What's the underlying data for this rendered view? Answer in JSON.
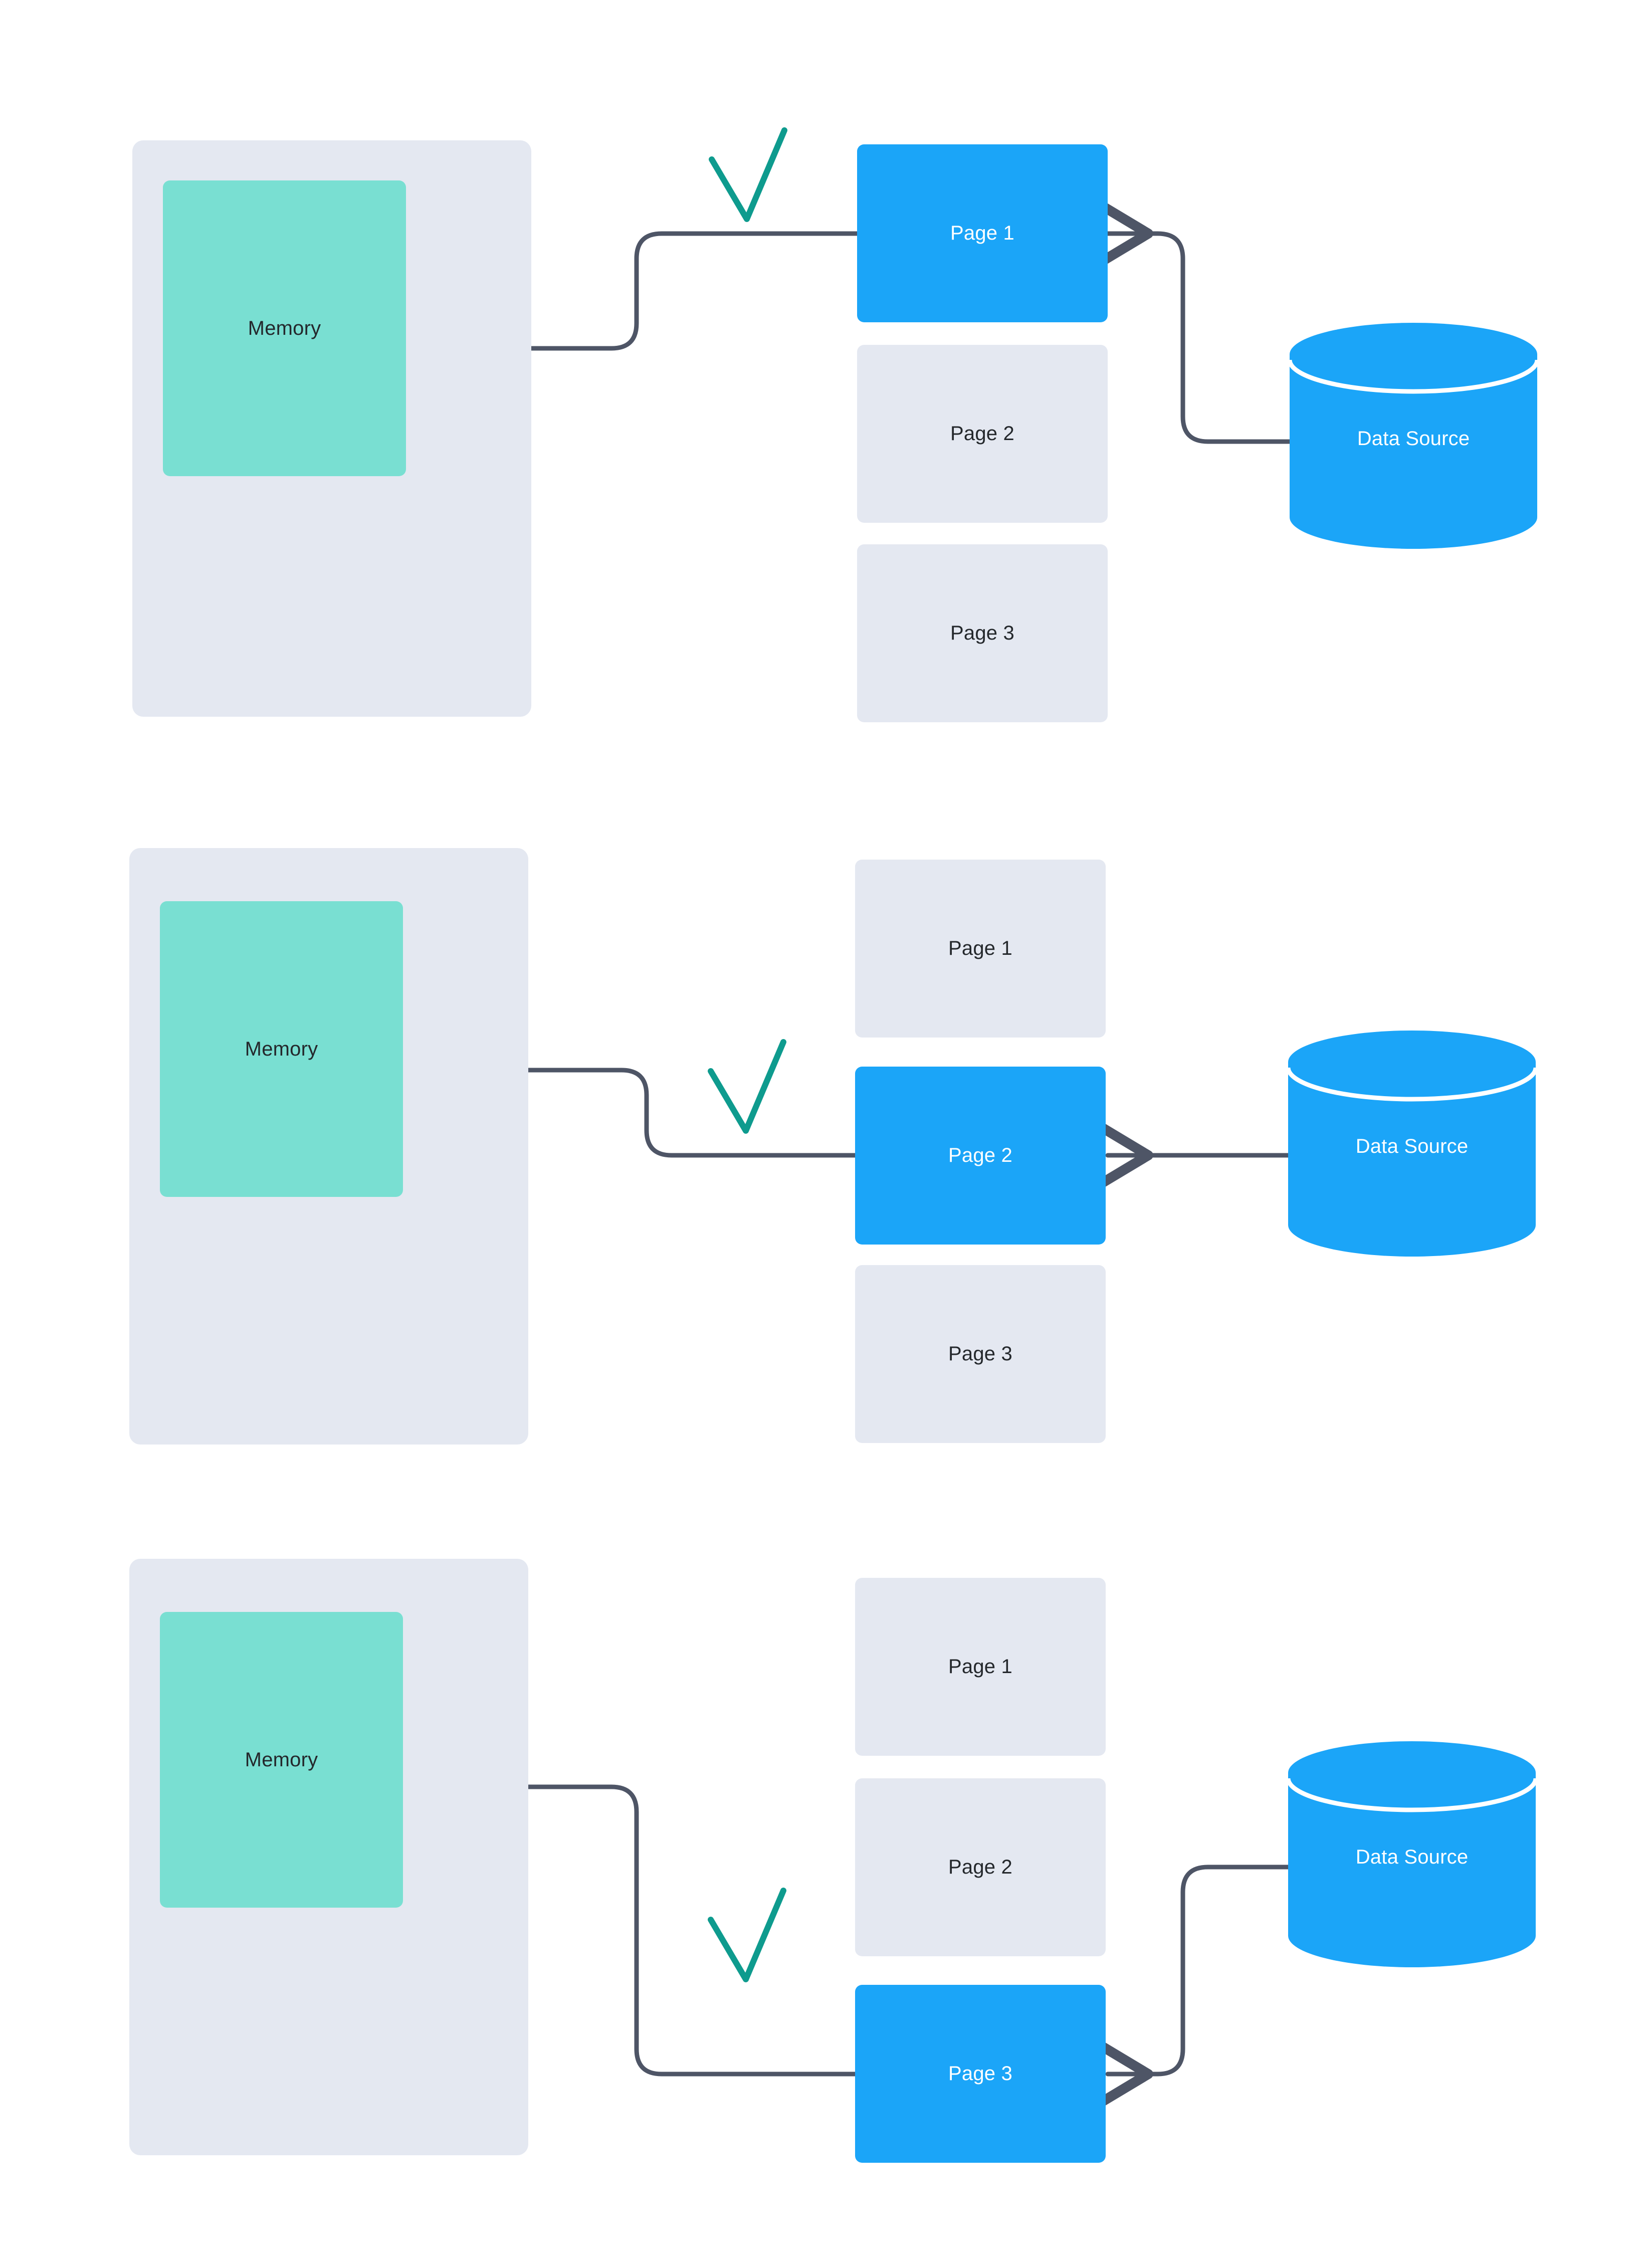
{
  "diagram": {
    "title": "Pagination / lazy-loading memory diagram",
    "colors": {
      "panel_bg": "#e4e8f1",
      "memory_fill": "#79dfd2",
      "page_idle": "#e4e8f1",
      "page_active": "#1ba5f8",
      "datasource_fill": "#1ba5f8",
      "arrow_stroke": "#4e5566",
      "check_stroke": "#0e9b8e",
      "text_dark": "#24282c",
      "text_light": "#ffffff",
      "logo_teal": "#0dbfae",
      "logo_navy": "#333a45",
      "logo_yellow": "#ffc517"
    },
    "labels": {
      "memory": "Memory",
      "data_source": "Data Source",
      "page_1": "Page 1",
      "page_2": "Page 2",
      "page_3": "Page 3"
    },
    "panels": [
      {
        "id": "step-1",
        "memory_label": "Memory",
        "data_source_label": "Data Source",
        "active_page": "Page 1",
        "pages": [
          {
            "label": "Page 1",
            "state": "active"
          },
          {
            "label": "Page 2",
            "state": "idle"
          },
          {
            "label": "Page 3",
            "state": "idle"
          }
        ],
        "check_mark": "loaded-check"
      },
      {
        "id": "step-2",
        "memory_label": "Memory",
        "data_source_label": "Data Source",
        "active_page": "Page 2",
        "pages": [
          {
            "label": "Page 1",
            "state": "idle"
          },
          {
            "label": "Page 2",
            "state": "active"
          },
          {
            "label": "Page 3",
            "state": "idle"
          }
        ],
        "check_mark": "loaded-check"
      },
      {
        "id": "step-3",
        "memory_label": "Memory",
        "data_source_label": "Data Source",
        "active_page": "Page 3",
        "pages": [
          {
            "label": "Page 1",
            "state": "idle"
          },
          {
            "label": "Page 2",
            "state": "idle"
          },
          {
            "label": "Page 3",
            "state": "active"
          }
        ],
        "check_mark": "loaded-check"
      }
    ]
  }
}
